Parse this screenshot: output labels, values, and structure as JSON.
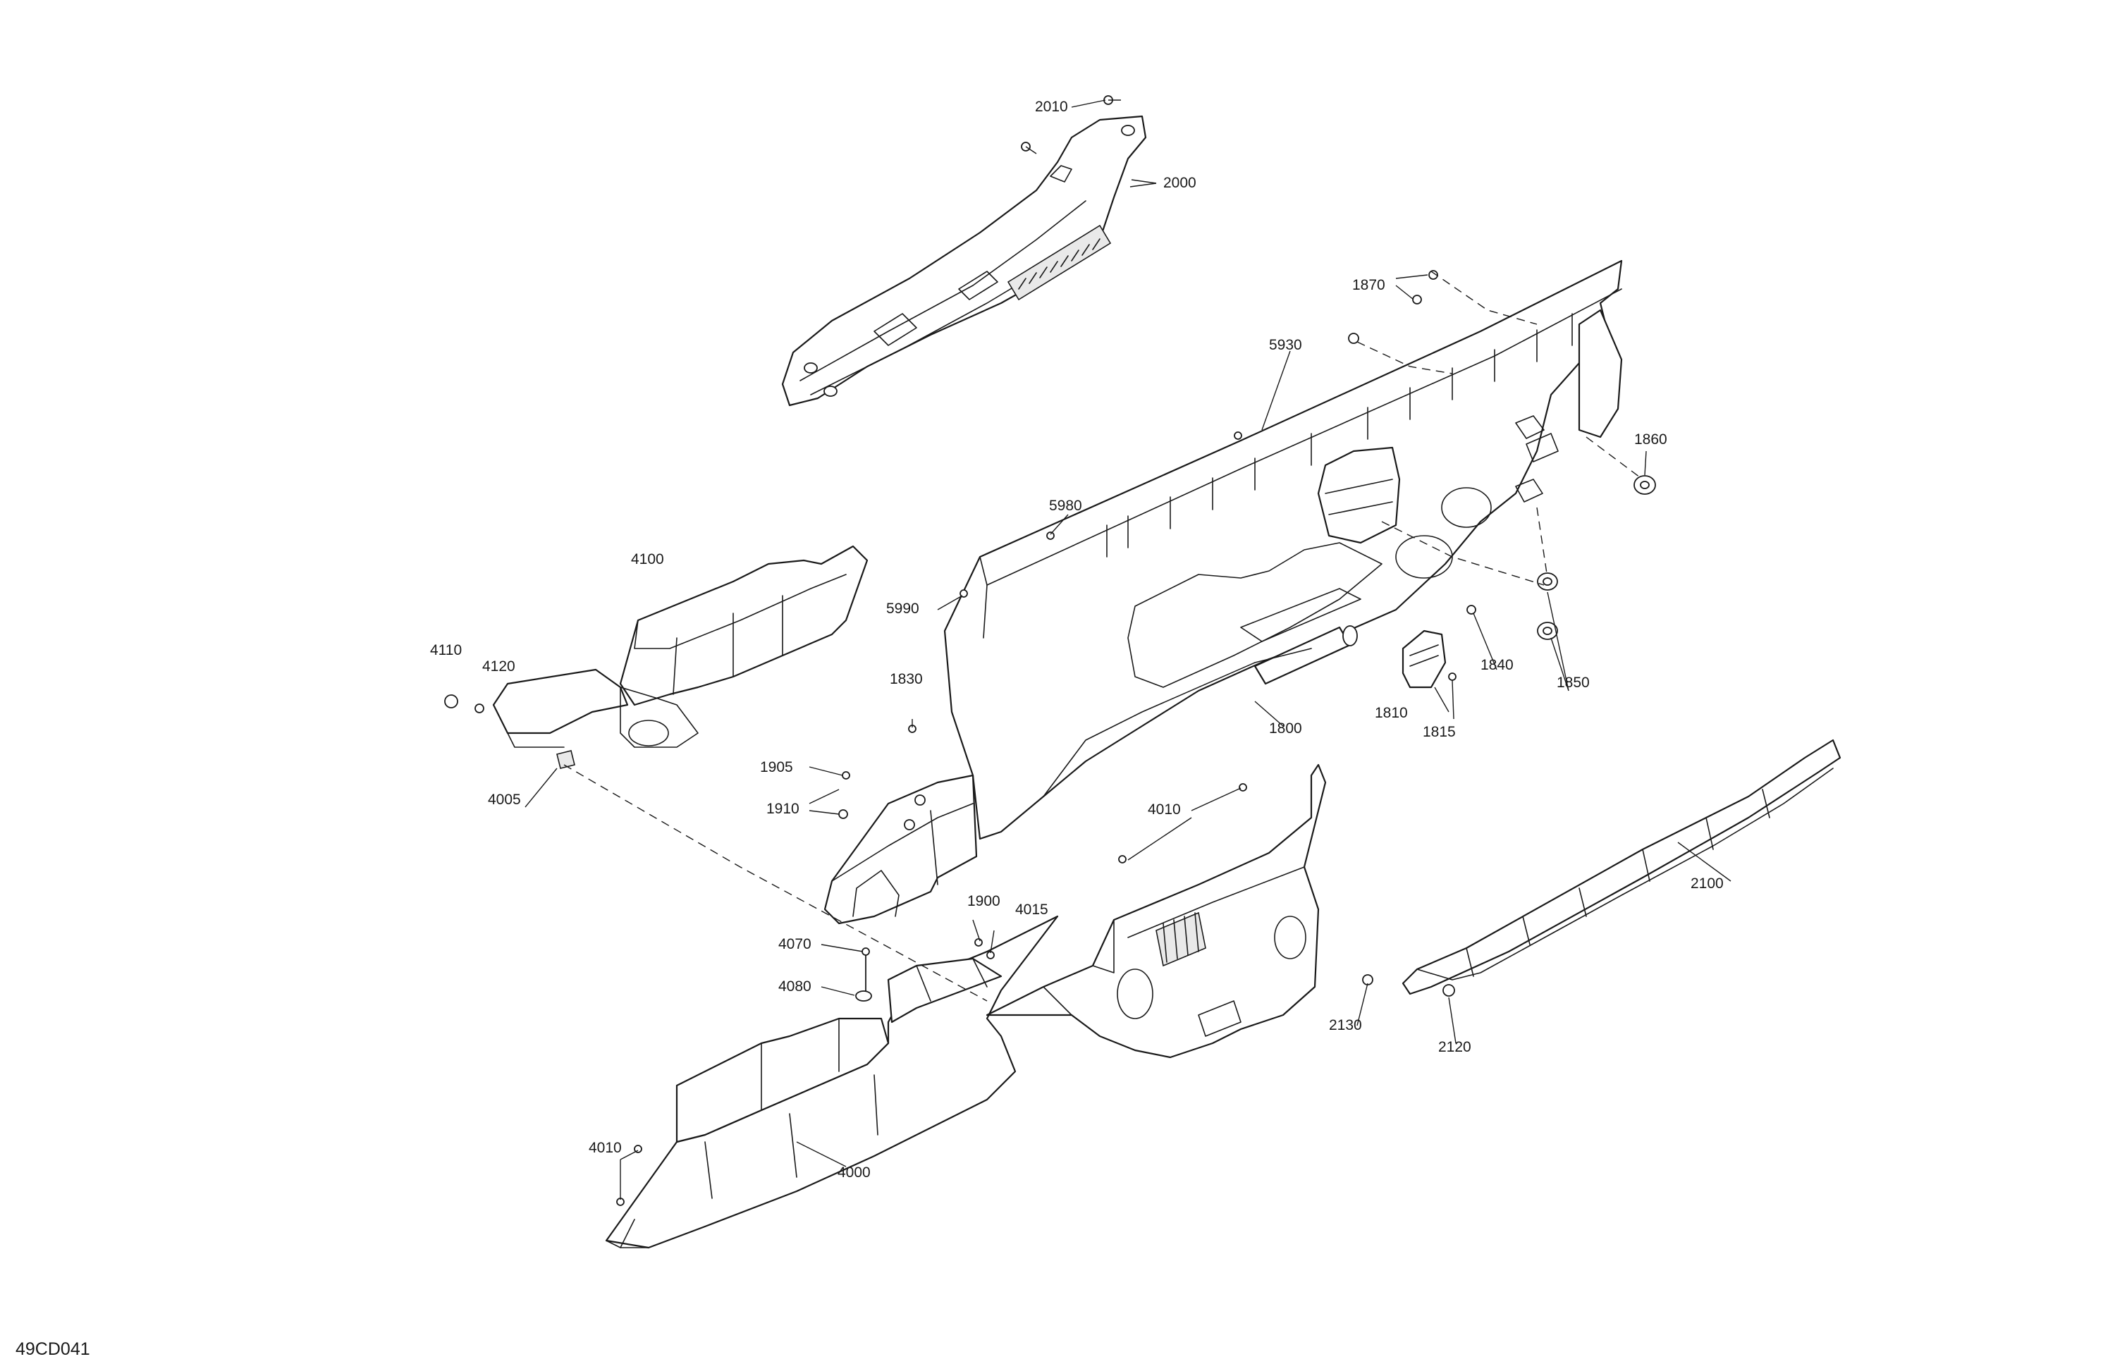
{
  "reference_code": "49CD041",
  "callouts": {
    "p2010": "2010",
    "p2000": "2000",
    "p1870": "1870",
    "p5930": "5930",
    "p1860": "1860",
    "p5980": "5980",
    "p4100": "4100",
    "p5990": "5990",
    "p4110": "4110",
    "p4120": "4120",
    "p1840": "1840",
    "p1850": "1850",
    "p1830": "1830",
    "p1810": "1810",
    "p1800": "1800",
    "p1815": "1815",
    "p4005": "4005",
    "p1905": "1905",
    "p1910": "1910",
    "p4010a": "4010",
    "p2100": "2100",
    "p1900": "1900",
    "p4015": "4015",
    "p4070": "4070",
    "p4080": "4080",
    "p2130": "2130",
    "p2120": "2120",
    "p4010b": "4010",
    "p4000": "4000"
  }
}
